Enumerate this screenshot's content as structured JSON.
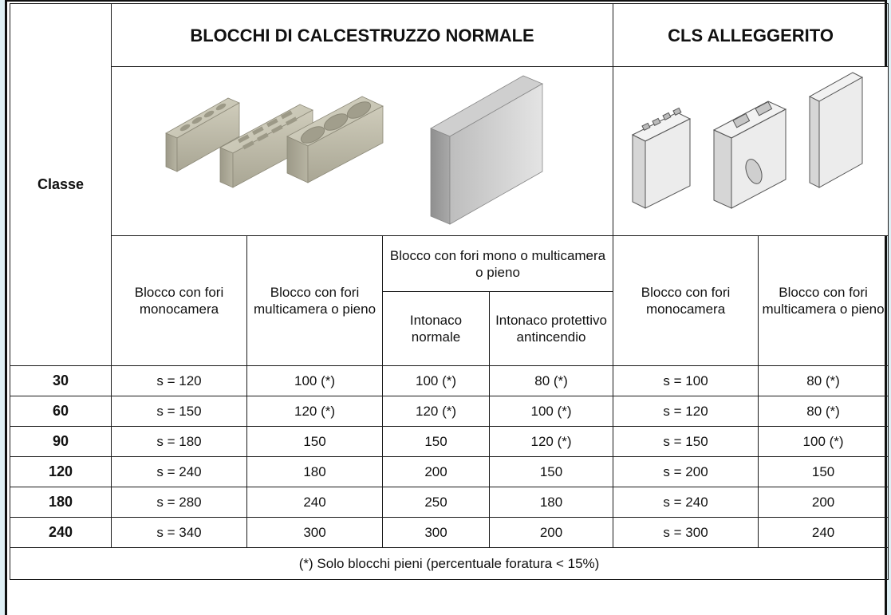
{
  "headers": {
    "classe": "Classe",
    "normal": "BLOCCHI DI CALCESTRUZZO NORMALE",
    "light": "CLS ALLEGGERITO"
  },
  "columns": {
    "c1": "Blocco con fori monocamera",
    "c2": "Blocco con fori multicamera o pieno",
    "c34": "Blocco con fori mono o multicamera o pieno",
    "c3": "Intonaco normale",
    "c4": "Intonaco protettivo antincendio",
    "c5": "Blocco con fori monocamera",
    "c6": "Blocco con fori multicamera o pieno"
  },
  "rows": [
    {
      "classe": "30",
      "cells": [
        "s = 120",
        "100 (*)",
        "100 (*)",
        "80 (*)",
        "s = 100",
        "80 (*)"
      ]
    },
    {
      "classe": "60",
      "cells": [
        "s = 150",
        "120 (*)",
        "120 (*)",
        "100 (*)",
        "s = 120",
        "80 (*)"
      ]
    },
    {
      "classe": "90",
      "cells": [
        "s = 180",
        "150",
        "150",
        "120 (*)",
        "s = 150",
        "100 (*)"
      ]
    },
    {
      "classe": "120",
      "cells": [
        "s = 240",
        "180",
        "200",
        "150",
        "s = 200",
        "150"
      ]
    },
    {
      "classe": "180",
      "cells": [
        "s = 280",
        "240",
        "250",
        "180",
        "s = 240",
        "200"
      ]
    },
    {
      "classe": "240",
      "cells": [
        "s = 340",
        "300",
        "300",
        "200",
        "s = 300",
        "240"
      ]
    }
  ],
  "note": "(*) Solo blocchi pieni (percentuale foratura < 15%)",
  "images": {
    "normal": "hollow-and-solid-concrete-blocks",
    "light": "lightweight-concrete-blocks"
  }
}
